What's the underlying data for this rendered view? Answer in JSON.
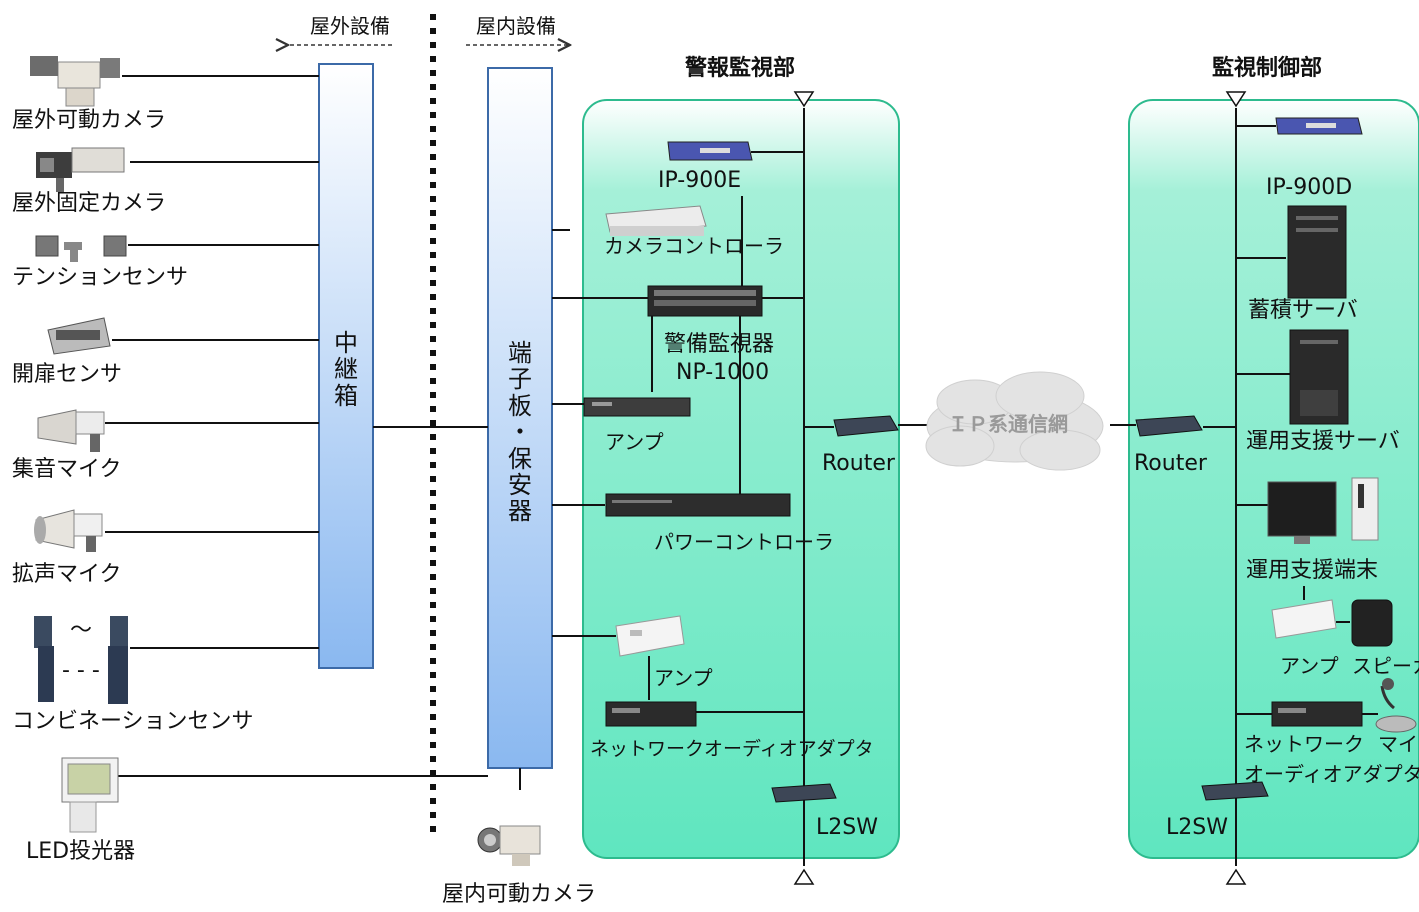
{
  "zones": {
    "outdoor": "屋外設備",
    "indoor": "屋内設備"
  },
  "outdoor_devices": [
    "屋外可動カメラ",
    "屋外固定カメラ",
    "テンションセンサ",
    "開扉センサ",
    "集音マイク",
    "拡声マイク",
    "コンビネーションセンサ",
    "LED投光器"
  ],
  "combination_sensor_marks": {
    "tilde": "～",
    "dashes": "- - -"
  },
  "relay_box": "中継箱",
  "terminal_board": "端子板・保安器",
  "indoor_camera": "屋内可動カメラ",
  "alarm_unit": {
    "title": "警報監視部",
    "devices": {
      "encoder": "IP-900E",
      "camera_controller": "カメラコントローラ",
      "monitor_name": "警備監視器",
      "monitor_model": "NP-1000",
      "amp1": "アンプ",
      "power_controller": "パワーコントローラ",
      "amp2": "アンプ",
      "audio_adapter": "ネットワークオーディオアダプタ",
      "router": "Router",
      "l2sw": "L2SW"
    }
  },
  "network": "ＩＰ系通信網",
  "control_unit": {
    "title": "監視制御部",
    "devices": {
      "decoder": "IP-900D",
      "storage_server": "蓄積サーバ",
      "ops_server": "運用支援サーバ",
      "ops_terminal": "運用支援端末",
      "amp": "アンプ",
      "speaker": "スピーカ",
      "audio_adapter_1": "ネットワーク",
      "audio_adapter_2": "オーディオアダプタ",
      "mic": "マイク",
      "router": "Router",
      "l2sw": "L2SW"
    }
  },
  "colors": {
    "unit_fill": "#3fe0b4",
    "unit_border": "#2dbb8e",
    "bar_top": "#ffffff",
    "bar_bottom": "#8ab8f0",
    "bar_border": "#3c6aa8",
    "line": "#111111"
  }
}
